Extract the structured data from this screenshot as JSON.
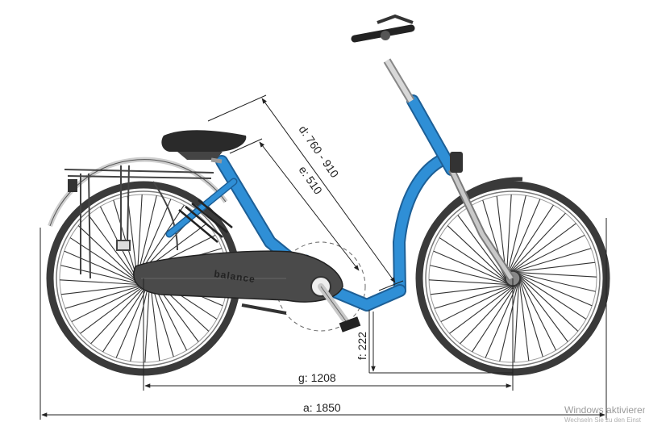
{
  "frame_brand": "balance",
  "dimensions": {
    "a": "a: 1850",
    "g": "g: 1208",
    "f": "f: 222",
    "d": "d: 760 - 910",
    "e": "e: 510"
  },
  "watermark": {
    "title": "Windows aktivieren",
    "subtitle": "Wechseln Sie zu den Einst"
  },
  "colors": {
    "frame": "#2f8fd6",
    "chainguard": "#4a4a4a",
    "tyre": "#3a3a3a",
    "line": "#2b2b2b"
  }
}
